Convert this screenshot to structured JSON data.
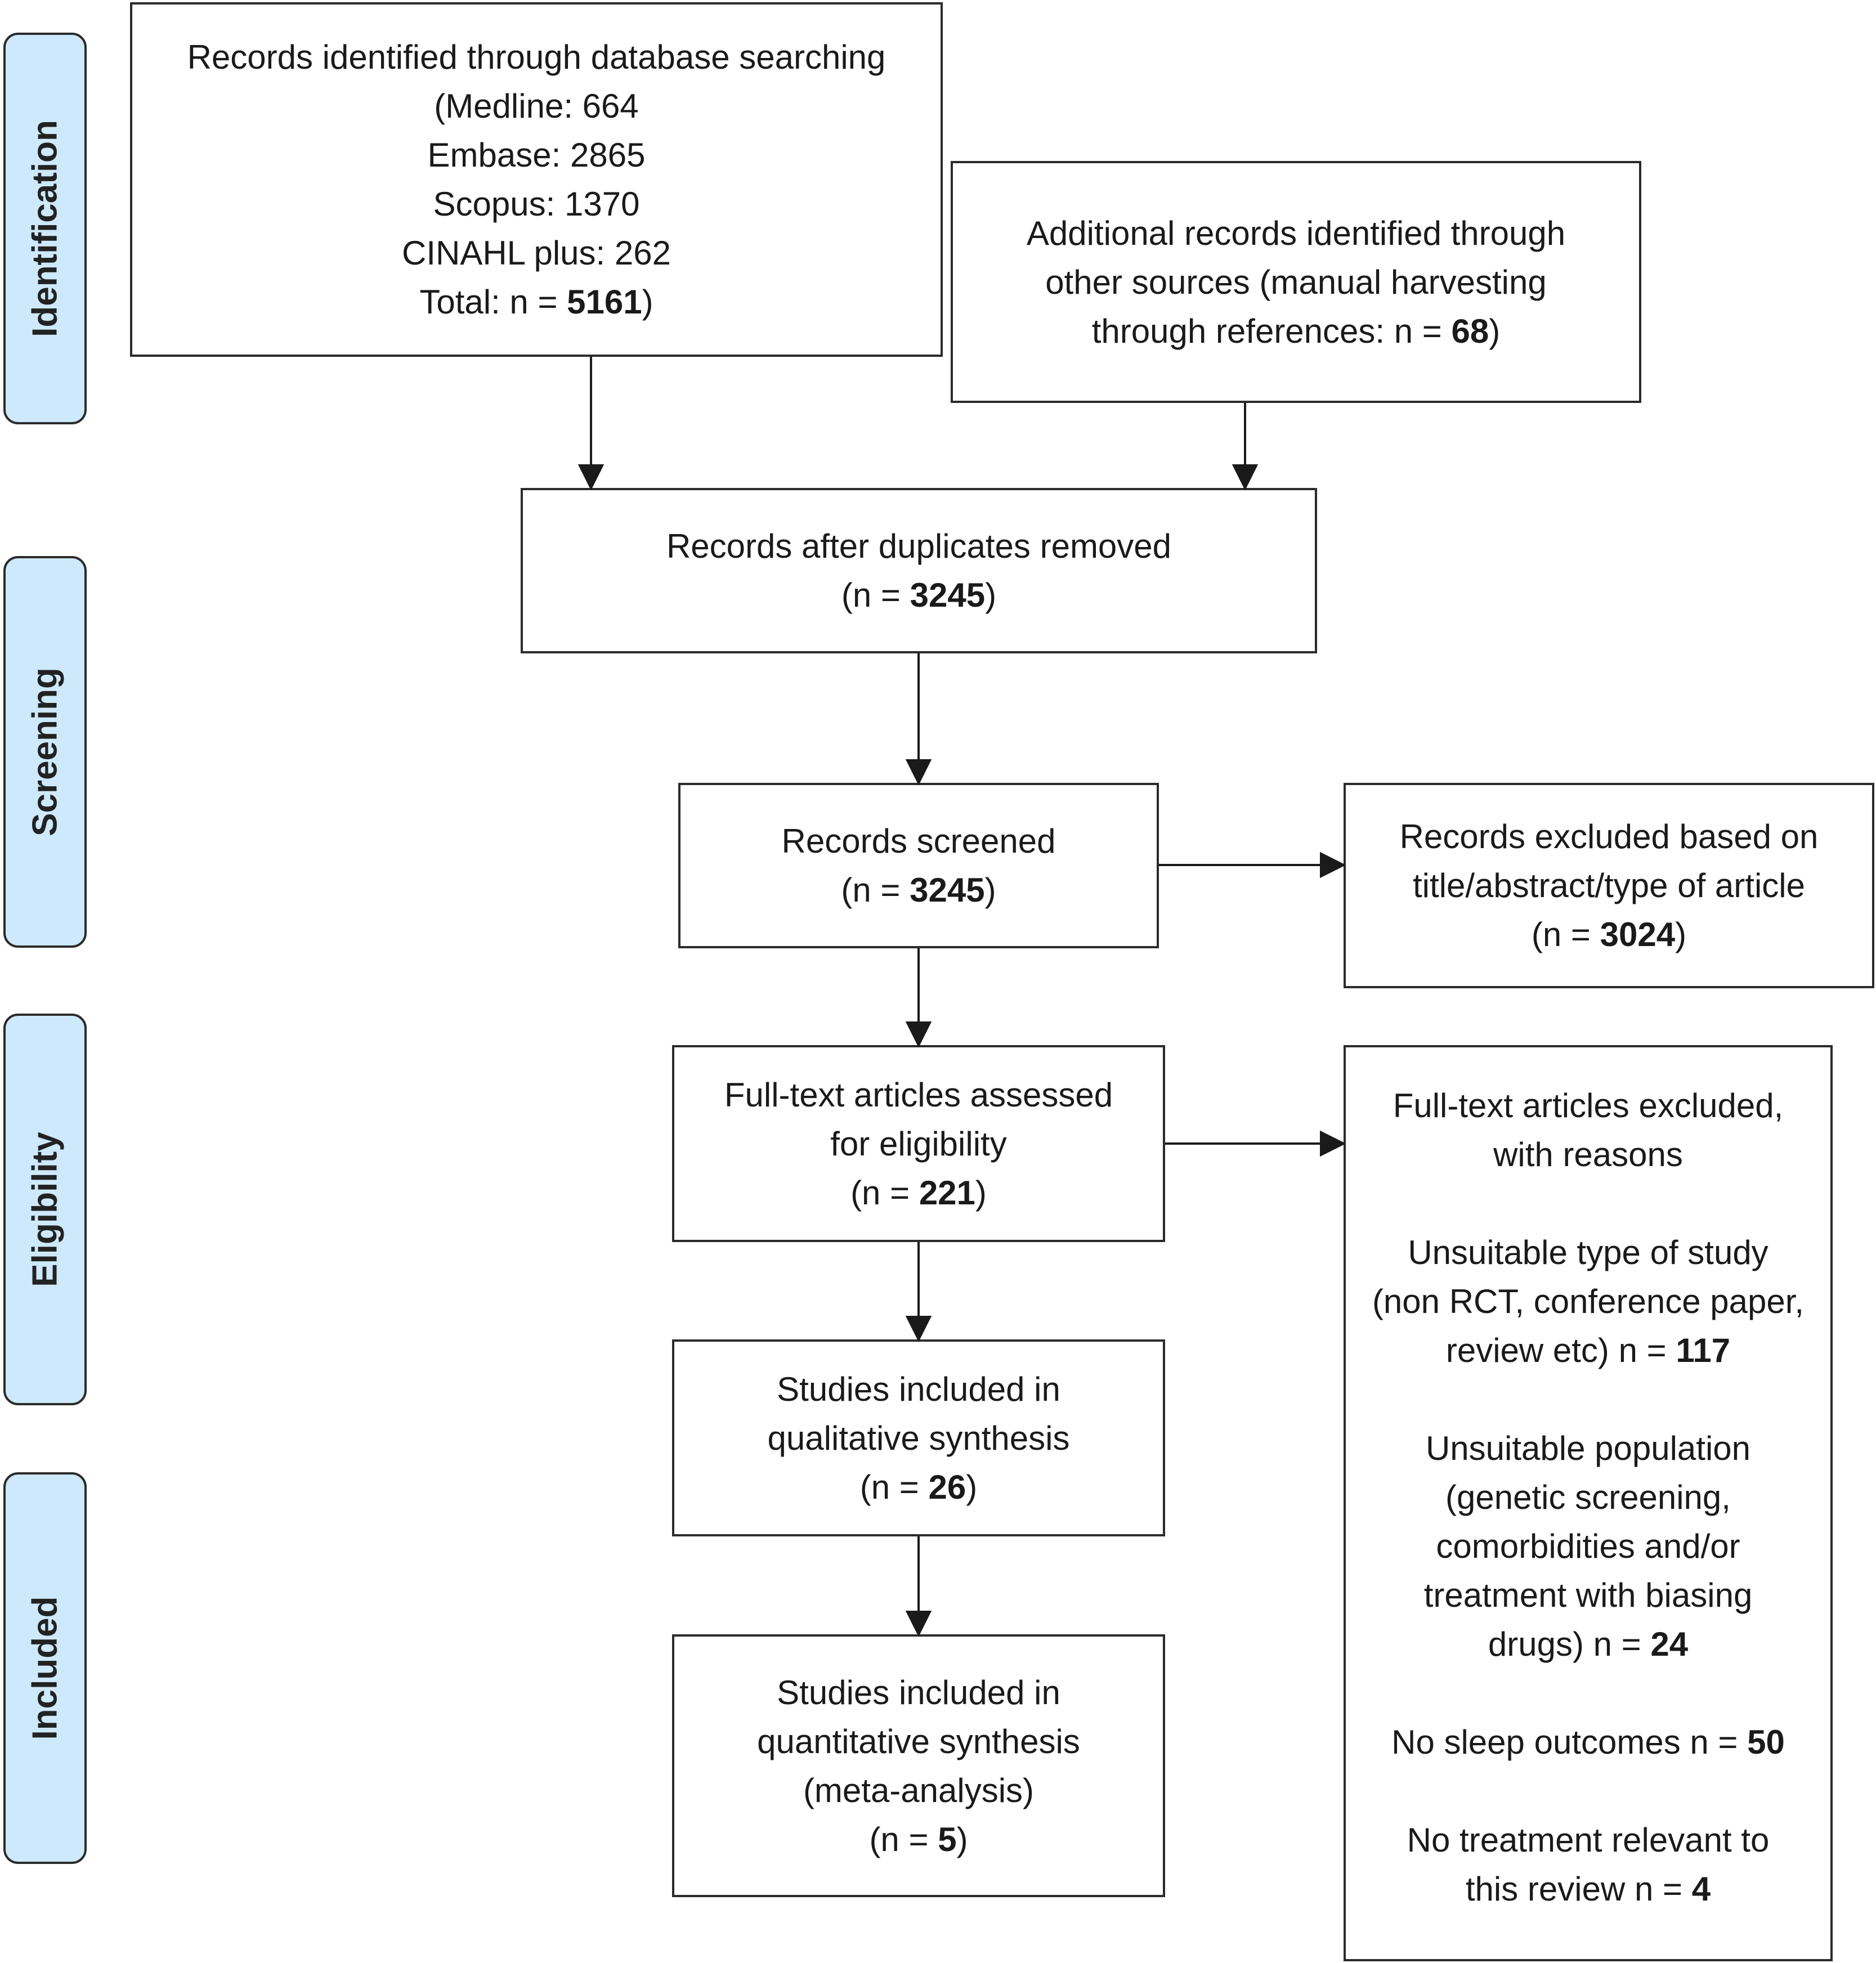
{
  "phases": {
    "identification": "Identification",
    "screening": "Screening",
    "eligibility": "Eligibility",
    "included": "Included"
  },
  "boxes": {
    "database_search": {
      "line1": "Records identified through database searching",
      "line2": "(Medline: 664",
      "line3": "Embase: 2865",
      "line4": "Scopus: 1370",
      "line5": "CINAHL plus: 262",
      "total_prefix": "Total: n = ",
      "total_value": "5161",
      "total_suffix": ")"
    },
    "other_sources": {
      "line1": "Additional records identified through",
      "line2": "other sources (manual harvesting",
      "line3_prefix": "through references: n = ",
      "line3_value": "68",
      "line3_suffix": ")"
    },
    "duplicates_removed": {
      "line1": "Records after duplicates removed",
      "prefix": "(n = ",
      "value": "3245",
      "suffix": ")"
    },
    "screened": {
      "line1": "Records screened",
      "prefix": "(n = ",
      "value": "3245",
      "suffix": ")"
    },
    "excluded_screening": {
      "line1": "Records excluded based on",
      "line2": "title/abstract/type of article",
      "prefix": "(n = ",
      "value": "3024",
      "suffix": ")"
    },
    "fulltext_assessed": {
      "line1": "Full-text articles assessed",
      "line2": "for eligibility",
      "prefix": "(n = ",
      "value": "221",
      "suffix": ")"
    },
    "fulltext_excluded": {
      "line1": "Full-text articles excluded,",
      "line2": "with reasons",
      "reason1_line1": "Unsuitable type of study",
      "reason1_line2": "(non RCT, conference paper,",
      "reason1_prefix": "review etc) n = ",
      "reason1_value": "117",
      "reason2_line1": "Unsuitable population",
      "reason2_line2": "(genetic screening,",
      "reason2_line3": "comorbidities and/or",
      "reason2_line4": "treatment with biasing",
      "reason2_prefix": "drugs) n = ",
      "reason2_value": "24",
      "reason3_prefix": "No sleep outcomes n = ",
      "reason3_value": "50",
      "reason4_line1": "No treatment relevant to",
      "reason4_prefix": "this review n = ",
      "reason4_value": "4"
    },
    "qualitative": {
      "line1": "Studies included in",
      "line2": "qualitative synthesis",
      "prefix": "(n = ",
      "value": "26",
      "suffix": ")"
    },
    "quantitative": {
      "line1": "Studies included in",
      "line2": "quantitative synthesis",
      "line3": "(meta-analysis)",
      "prefix": "(n = ",
      "value": "5",
      "suffix": ")"
    }
  }
}
